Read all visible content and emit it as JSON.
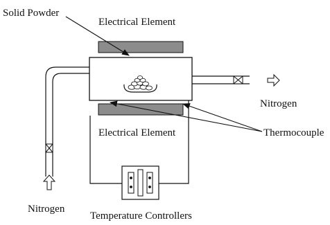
{
  "labels": {
    "solid_powder": "Solid Powder",
    "electrical_element_top": "Electrical Element",
    "electrical_element_bottom": "Electrical Element",
    "nitrogen_outlet": "Nitrogen",
    "nitrogen_inlet": "Nitrogen",
    "thermocouple": "Thermocouple",
    "temperature_controllers": "Temperature Controllers"
  },
  "colors": {
    "line": "#111111",
    "heater_fill": "#8c8c8c",
    "background": "#ffffff"
  }
}
